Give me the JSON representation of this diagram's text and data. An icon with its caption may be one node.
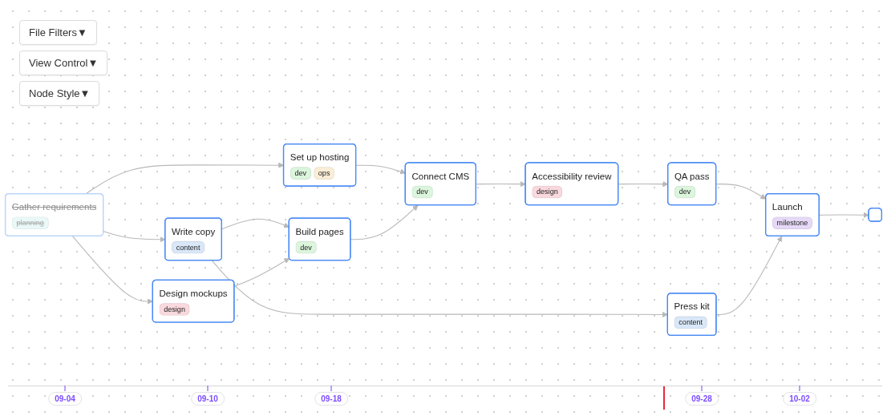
{
  "diagram": {
    "nodes": [
      {
        "text": [
          "Gather requirements",
          "planning"
        ]
      },
      {
        "text": [
          "Set up hosting",
          "dev",
          "ops"
        ]
      },
      {
        "text": [
          "Write copy",
          "content"
        ]
      },
      {
        "text": [
          "Design mockups",
          "design"
        ]
      },
      {
        "text": [
          "Build pages",
          "dev"
        ]
      },
      {
        "text": [
          "Press kit",
          "content"
        ]
      },
      {
        "text": [
          "Connect CMS",
          "dev"
        ]
      },
      {
        "text": [
          "Accessibility review",
          "design"
        ]
      },
      {
        "text": [
          "QA pass",
          "dev"
        ]
      },
      {
        "text": [
          "Launch",
          "milestone"
        ]
      },
      {
        "text": [],
        "shape": "box"
      }
    ],
    "edges": [
      {
        "from": 0,
        "to": 1,
        "arrow": "to"
      },
      {
        "from": 0,
        "to": 2,
        "arrow": "to"
      },
      {
        "from": 0,
        "to": 3,
        "arrow": "to"
      },
      {
        "from": 1,
        "to": 6,
        "arrow": "to"
      },
      {
        "from": 2,
        "to": 4,
        "arrow": "to"
      },
      {
        "from": 2,
        "to": 5,
        "arrow": "to"
      },
      {
        "from": 3,
        "to": 4,
        "arrow": "to"
      },
      {
        "from": 4,
        "to": 6,
        "arrow": "to"
      },
      {
        "from": 6,
        "to": 7,
        "arrow": "to"
      },
      {
        "from": 7,
        "to": 8,
        "arrow": "to"
      },
      {
        "from": 8,
        "to": 9,
        "arrow": "to"
      },
      {
        "from": 5,
        "to": 9,
        "arrow": "to"
      },
      {
        "from": 9,
        "to": 10,
        "arrow": "to"
      }
    ],
    "labels": [
      "File Filters▼",
      "View Control▼",
      "Node Style▼",
      "09-04",
      "09-10",
      "09-18",
      "09-28",
      "10-02"
    ]
  }
}
